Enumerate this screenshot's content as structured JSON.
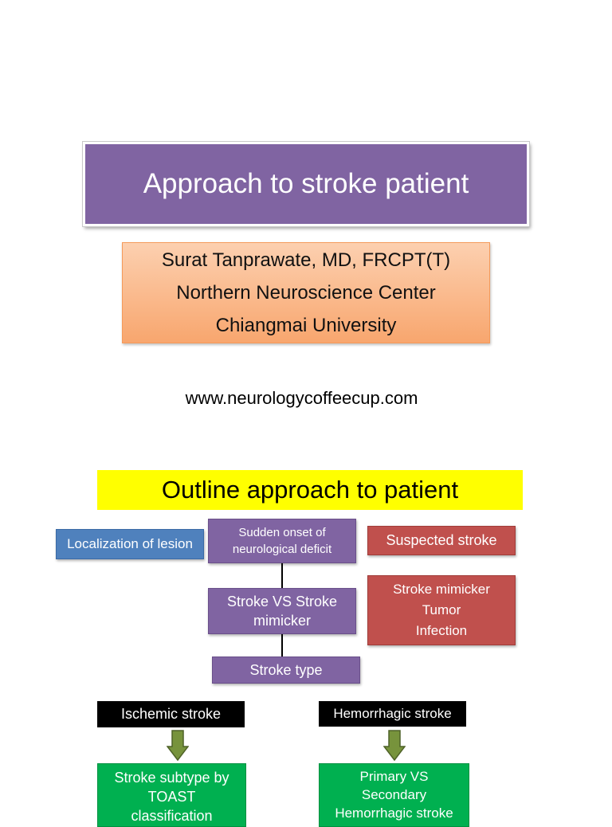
{
  "slide1": {
    "title": "Approach to stroke patient",
    "author_lines": [
      "Surat Tanprawate, MD, FRCPT(T)",
      "Northern Neuroscience Center",
      "Chiangmai University"
    ],
    "website": "www.neurologycoffeecup.com"
  },
  "slide2": {
    "title": "Outline approach to patient",
    "localization": "Localization of lesion",
    "sudden_lines": [
      "Sudden onset of",
      "neurological deficit"
    ],
    "suspected": "Suspected stroke",
    "stroke_vs_lines": [
      "Stroke VS Stroke",
      "mimicker"
    ],
    "mimicker_lines": [
      "Stroke mimicker",
      "Tumor",
      "Infection"
    ],
    "stroke_type": "Stroke type",
    "ischemic": "Ischemic stroke",
    "hemorrhagic": "Hemorrhagic stroke",
    "subtype_lines": [
      "Stroke subtype by",
      "TOAST",
      "classification"
    ],
    "primary_lines": [
      "Primary VS",
      "Secondary",
      "Hemorrhagic stroke"
    ]
  },
  "colors": {
    "title_purple": "#8064a2",
    "author_orange": "#f8a66e",
    "highlight_yellow": "#ffff00",
    "blue": "#4f81bd",
    "red": "#c0504d",
    "green": "#00b050",
    "arrow_green": "#77933c"
  },
  "icons": {
    "arrow": "down-arrow-icon"
  }
}
